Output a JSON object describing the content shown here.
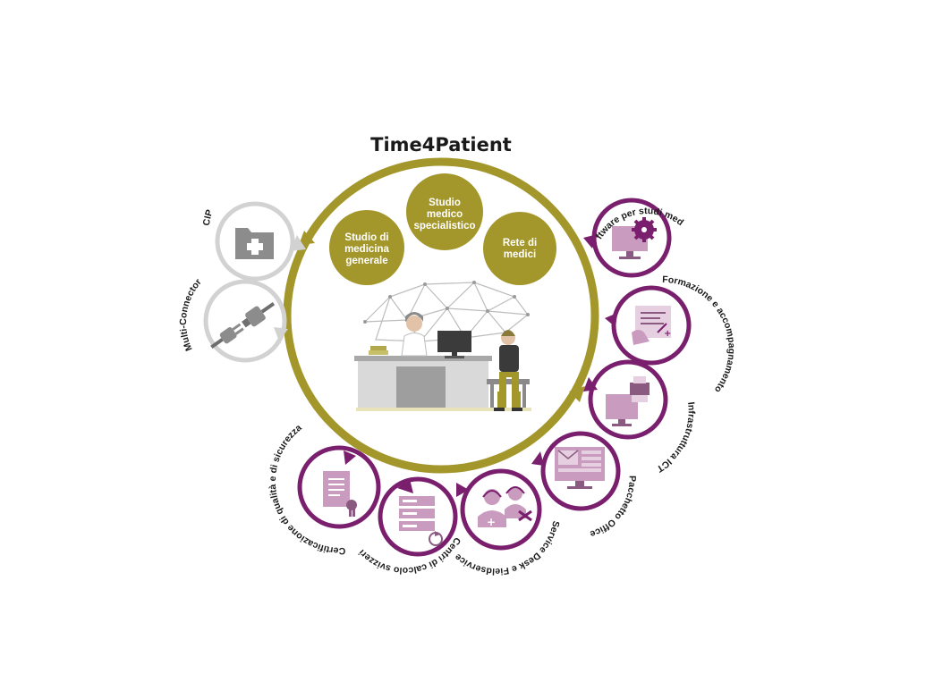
{
  "title": "Time4Patient",
  "colors": {
    "olive": "#a3962b",
    "olive_light": "#b8ad3f",
    "purple": "#7a1f6e",
    "lilac": "#c99bbe",
    "lilac_dark": "#8a5a80",
    "grey": "#d2d2d2",
    "grey_dark": "#8c8c8c"
  },
  "practice_types": [
    {
      "name": "practice-general",
      "lines": [
        "Studio di",
        "medicina",
        "generale"
      ]
    },
    {
      "name": "practice-specialist",
      "lines": [
        "Studio",
        "medico",
        "specialistico"
      ]
    },
    {
      "name": "practice-network",
      "lines": [
        "Rete di",
        "medici"
      ]
    }
  ],
  "services": [
    {
      "name": "service-software",
      "label": "Software per studi medici",
      "icon": "monitor-gear-icon"
    },
    {
      "name": "service-training",
      "label": "Formazione e accompagnamento",
      "icon": "training-document-icon"
    },
    {
      "name": "service-infrastructure",
      "label": "Infrastruttura ICT",
      "icon": "computer-printer-icon"
    },
    {
      "name": "service-office",
      "label": "Pacchetto Office",
      "icon": "office-monitor-icon"
    },
    {
      "name": "service-desk",
      "label": "Service Desk e Fieldservice",
      "icon": "support-people-icon"
    },
    {
      "name": "service-datacenter",
      "label": "Centri di calcolo svizzeri",
      "icon": "server-rack-icon"
    },
    {
      "name": "service-certification",
      "label": "Certificazione di qualità e di sicurezza",
      "icon": "certificate-icon"
    }
  ],
  "external_links": [
    {
      "name": "link-cip",
      "label": "CIP",
      "icon": "medical-folder-icon"
    },
    {
      "name": "link-multi-connector",
      "label": "Multi-Connector",
      "icon": "plug-connector-icon"
    }
  ]
}
